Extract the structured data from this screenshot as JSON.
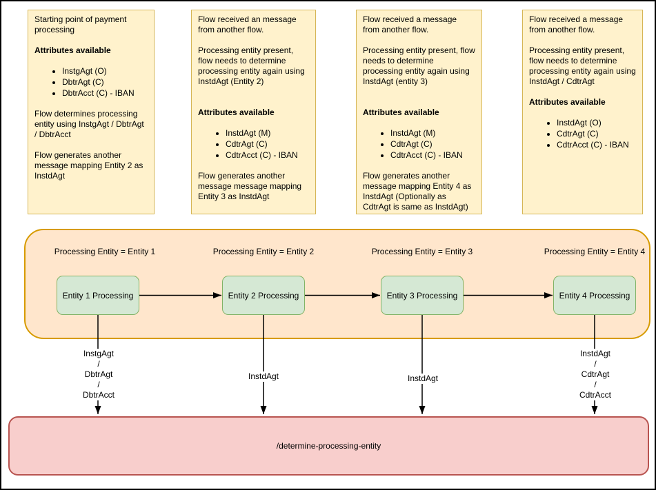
{
  "notes": [
    {
      "before": [
        "Starting point of payment processing"
      ],
      "attributes_heading": "Attributes available",
      "bullets": [
        "InstgAgt (O)",
        "DbtrAgt (C)",
        "DbtrAcct (C) - IBAN"
      ],
      "after": [
        "Flow determines processing entity using InstgAgt / DbtrAgt / DbtrAcct",
        "Flow generates another message mapping Entity 2 as InstdAgt"
      ]
    },
    {
      "before": [
        "Flow received an message from another flow.",
        "Processing entity present, flow needs to determine processing entity again using InstdAgt (Entity 2)"
      ],
      "attributes_heading": "Attributes available",
      "bullets": [
        "InstdAgt (M)",
        "CdtrAgt (C)",
        "CdtrAcct (C) - IBAN"
      ],
      "after": [
        "Flow generates another message message mapping Entity 3 as InstdAgt"
      ]
    },
    {
      "before": [
        "Flow received a message from another flow.",
        "Processing entity present, flow needs to determine processing entity again using InstdAgt (entity 3)"
      ],
      "attributes_heading": "Attributes available",
      "bullets": [
        "InstdAgt (M)",
        "CdtrAgt (C)",
        "CdtrAcct (C) - IBAN"
      ],
      "after": [
        "Flow generates another message mapping Entity 4 as InstdAgt (Optionally as CdtrAgt is same as InstdAgt)"
      ]
    },
    {
      "before": [
        "Flow received a message from another flow.",
        "Processing entity present, flow needs to determine processing entity again using InstdAgt / CdtrAgt"
      ],
      "attributes_heading": "Attributes available",
      "bullets": [
        "InstdAgt (O)",
        "CdtrAgt (C)",
        "CdtrAcct (C) - IBAN"
      ],
      "after": []
    }
  ],
  "processing": {
    "labels": [
      "Processing Entity = Entity 1",
      "Processing Entity = Entity 2",
      "Processing Entity = Entity 3",
      "Processing Entity = Entity 4"
    ],
    "steps": [
      "Entity 1 Processing",
      "Entity 2 Processing",
      "Entity 3 Processing",
      "Entity 4 Processing"
    ]
  },
  "connectors": [
    {
      "lines": [
        "InstgAgt",
        "/",
        "DbtrAgt",
        "/",
        "DbtrAcct"
      ]
    },
    {
      "lines": [
        "InstdAgt"
      ]
    },
    {
      "lines": [
        "InstdAgt"
      ]
    },
    {
      "lines": [
        "InstdAgt",
        "/",
        "CdtrAgt",
        "/",
        "CdtrAcct"
      ]
    }
  ],
  "endpoint": {
    "label": "/determine-processing-entity"
  },
  "colors": {
    "note_fill": "#FFF2CC",
    "note_border": "#D6B656",
    "container_fill": "#FFE6CC",
    "container_border": "#D79B00",
    "step_fill": "#D5E8D4",
    "step_border": "#82B366",
    "endpoint_fill": "#F8CECC",
    "endpoint_border": "#B85450",
    "connector": "#000000"
  }
}
